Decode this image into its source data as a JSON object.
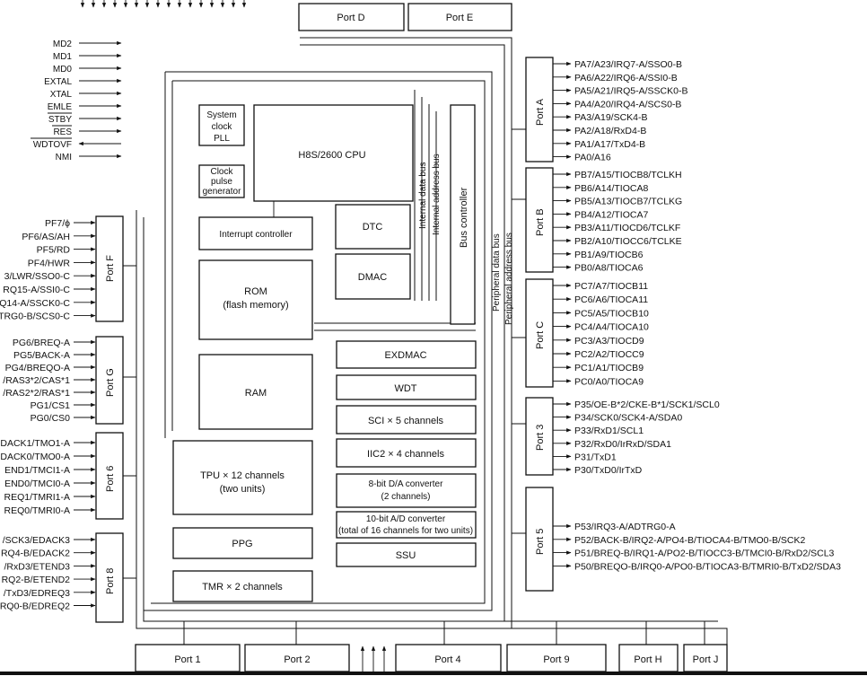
{
  "cpu": "H8S/2600 CPU",
  "system_clock": [
    "System",
    "clock",
    "PLL"
  ],
  "clock_pulse": [
    "Clock",
    "pulse",
    "generator"
  ],
  "interrupt": "Interrupt controller",
  "rom": [
    "ROM",
    "(flash memory)"
  ],
  "ram": "RAM",
  "tpu": [
    "TPU × 12 channels",
    "(two units)"
  ],
  "ppg": "PPG",
  "tmr": "TMR × 2 channels",
  "dtc": "DTC",
  "dmac": "DMAC",
  "exdmac": "EXDMAC",
  "wdt": "WDT",
  "sci": "SCI × 5 channels",
  "iic": "IIC2 × 4 channels",
  "da": [
    "8-bit D/A converter",
    "(2 channels)"
  ],
  "ad": [
    "10-bit A/D converter",
    "(total of 16 channels for two units)"
  ],
  "ssu": "SSU",
  "buses": {
    "internal_data": "Internal data bus",
    "internal_address": "Internal address bus",
    "bus_controller": "Bus controller",
    "peripheral_data": "Peripheral data bus",
    "peripheral_address": "Peripheral address bus"
  },
  "ports": {
    "d": "Port D",
    "e": "Port E",
    "a": "Port A",
    "b": "Port B",
    "c": "Port C",
    "p3": "Port 3",
    "p5": "Port 5",
    "f": "Port F",
    "g": "Port G",
    "p6": "Port 6",
    "p8": "Port 8",
    "p1": "Port 1",
    "p2": "Port 2",
    "p4": "Port 4",
    "p9": "Port 9",
    "h": "Port H",
    "j": "Port J"
  },
  "mode_pins": [
    "MD2",
    "MD1",
    "MD0",
    "EXTAL",
    "XTAL",
    "EMLE",
    "STBY",
    "RES",
    "WDTOVF",
    "NMI"
  ],
  "port_a_pins": [
    "PA7/A23/IRQ7-A/SSO0-B",
    "PA6/A22/IRQ6-A/SSI0-B",
    "PA5/A21/IRQ5-A/SSCK0-B",
    "PA4/A20/IRQ4-A/SCS0-B",
    "PA3/A19/SCK4-B",
    "PA2/A18/RxD4-B",
    "PA1/A17/TxD4-B",
    "PA0/A16"
  ],
  "port_b_pins": [
    "PB7/A15/TIOCB8/TCLKH",
    "PB6/A14/TIOCA8",
    "PB5/A13/TIOCB7/TCLKG",
    "PB4/A12/TIOCA7",
    "PB3/A11/TIOCD6/TCLKF",
    "PB2/A10/TIOCC6/TCLKE",
    "PB1/A9/TIOCB6",
    "PB0/A8/TIOCA6"
  ],
  "port_c_pins": [
    "PC7/A7/TIOCB11",
    "PC6/A6/TIOCA11",
    "PC5/A5/TIOCB10",
    "PC4/A4/TIOCA10",
    "PC3/A3/TIOCD9",
    "PC2/A2/TIOCC9",
    "PC1/A1/TIOCB9",
    "PC0/A0/TIOCA9"
  ],
  "port_3_pins": [
    "P35/OE-B*2/CKE-B*1/SCK1/SCL0",
    "P34/SCK0/SCK4-A/SDA0",
    "P33/RxD1/SCL1",
    "P32/RxD0/IrRxD/SDA1",
    "P31/TxD1",
    "P30/TxD0/IrTxD"
  ],
  "port_5_pins": [
    "P53/IRQ3-A/ADTRG0-A",
    "P52/BACK-B/IRQ2-A/PO4-B/TIOCA4-B/TMO0-B/SCK2",
    "P51/BREQ-B/IRQ1-A/PO2-B/TIOCC3-B/TMCI0-B/RxD2/SCL3",
    "P50/BREQO-B/IRQ0-A/PO0-B/TIOCA3-B/TMRI0-B/TxD2/SDA3"
  ],
  "port_f_pins": [
    "PF7/ϕ",
    "PF6/AS/AH",
    "PF5/RD",
    "PF4/HWR",
    "3/LWR/SSO0-C",
    "RQ15-A/SSI0-C",
    "Q14-A/SSCK0-C",
    "TRG0-B/SCS0-C"
  ],
  "port_g_pins": [
    "PG6/BREQ-A",
    "PG5/BACK-A",
    "PG4/BREQO-A",
    "/RAS3*2/CAS*1",
    "/RAS2*2/RAS*1",
    "PG1/CS1",
    "PG0/CS0"
  ],
  "port_6_pins": [
    "DACK1/TMO1-A",
    "DACK0/TMO0-A",
    "END1/TMCI1-A",
    "END0/TMCI0-A",
    "REQ1/TMRI1-A",
    "REQ0/TMRI0-A"
  ],
  "port_8_pins": [
    "/SCK3/EDACK3",
    "RQ4-B/EDACK2",
    "/RxD3/ETEND3",
    "RQ2-B/ETEND2",
    "/TxD3/EDREQ3",
    "RQ0-B/EDREQ2"
  ]
}
